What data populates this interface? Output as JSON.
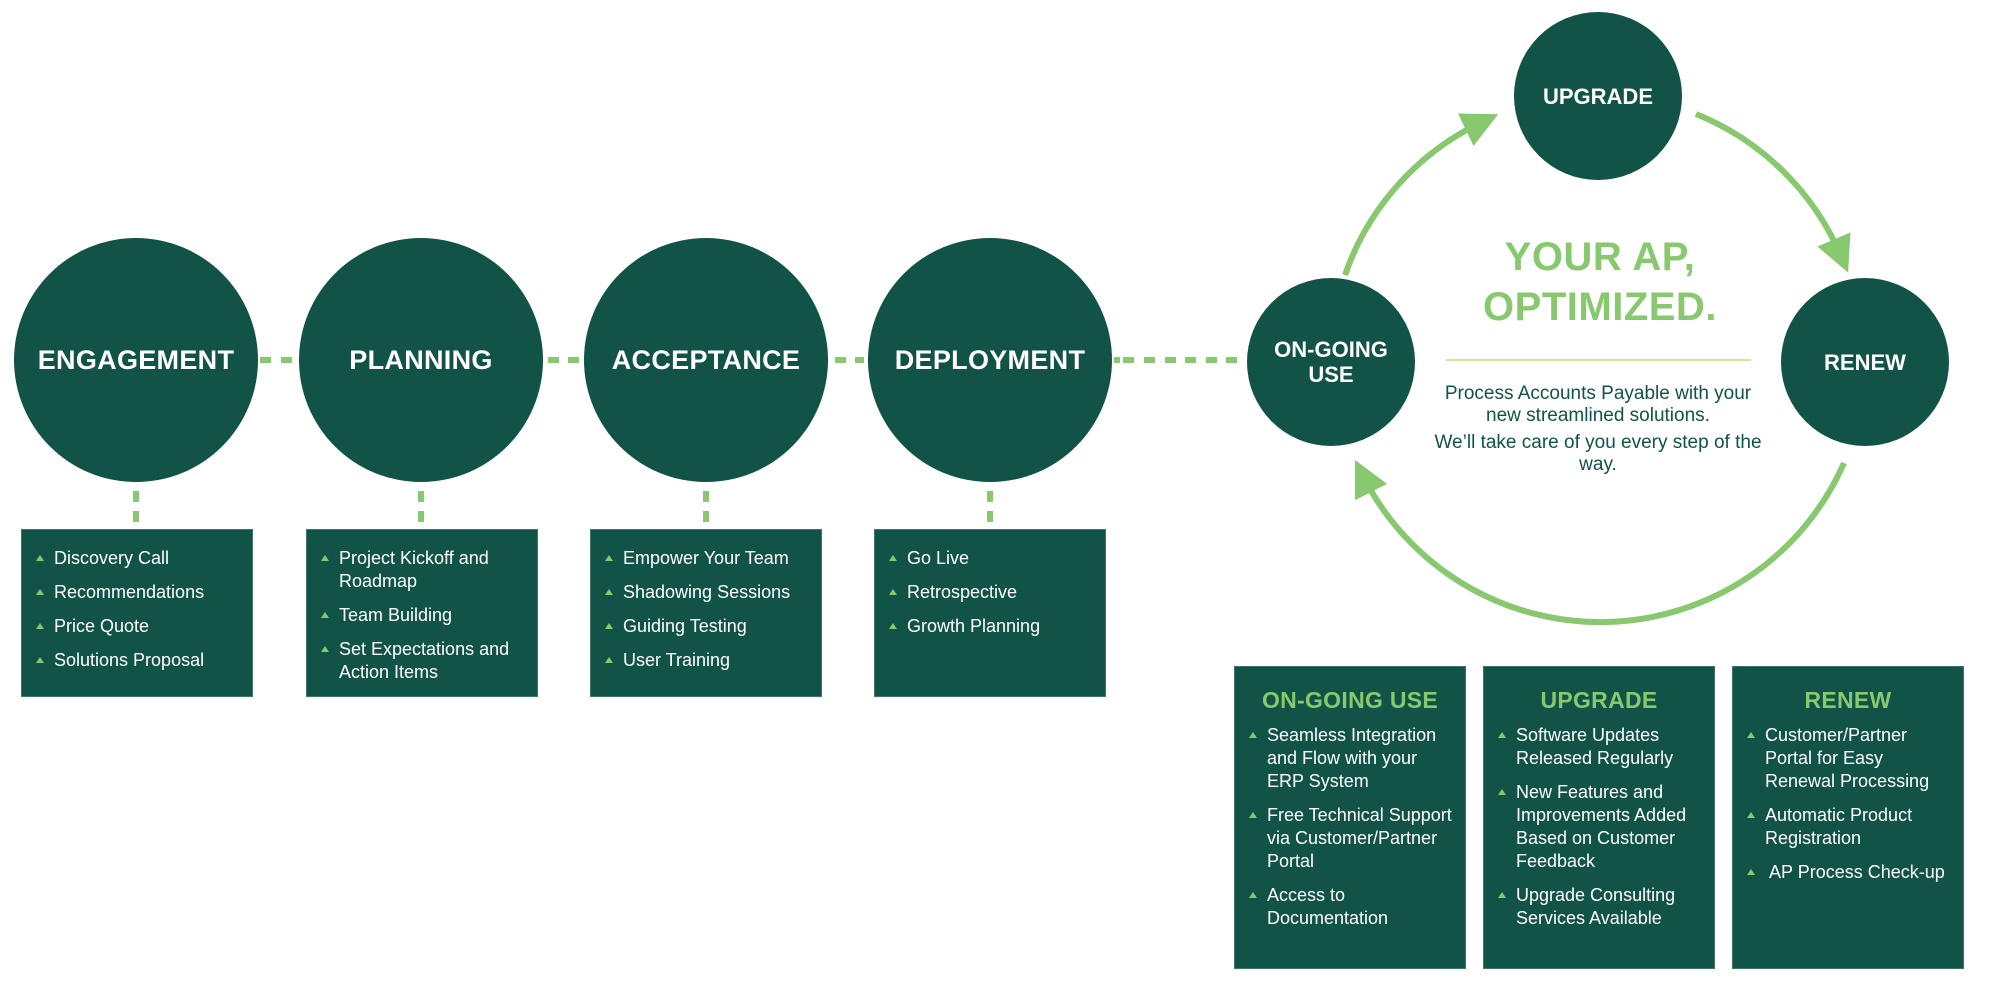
{
  "colors": {
    "dark_green": "#115346",
    "light_green": "#88C86E",
    "divider_gold": "#EBD99A",
    "text_white": "#ffffff"
  },
  "stages": [
    {
      "label": "ENGAGEMENT",
      "items": [
        "Discovery Call",
        "Recommendations",
        "Price Quote",
        "Solutions Proposal"
      ]
    },
    {
      "label": "PLANNING",
      "items": [
        "Project Kickoff and Roadmap",
        "Team Building",
        "Set Expectations and Action Items"
      ]
    },
    {
      "label": "ACCEPTANCE",
      "items": [
        "Empower Your Team",
        "Shadowing Sessions",
        "Guiding Testing",
        "User Training"
      ]
    },
    {
      "label": "DEPLOYMENT",
      "items": [
        "Go Live",
        "Retrospective",
        "Growth Planning"
      ]
    }
  ],
  "cycle": {
    "nodes": {
      "ongoing": "ON-GOING USE",
      "upgrade": "UPGRADE",
      "renew": "RENEW"
    },
    "title_line1": "YOUR AP,",
    "title_line2": "OPTIMIZED.",
    "description_1": "Process Accounts Payable with your new streamlined solutions.",
    "description_2": "We’ll take care of you every step of the way."
  },
  "detail_boxes": [
    {
      "heading": "ON-GOING USE",
      "items": [
        "Seamless Integration and Flow with your ERP System",
        "Free Technical Support via Customer/Partner Portal",
        "Access to Documentation"
      ]
    },
    {
      "heading": "UPGRADE",
      "items": [
        "Software Updates Released Regularly",
        "New Features and Improvements Added Based on Customer Feedback",
        "Upgrade Consulting Services Available"
      ]
    },
    {
      "heading": "RENEW",
      "items": [
        "Customer/Partner Portal for Easy Renewal Processing",
        "Automatic Product Registration",
        " AP Process Check-up"
      ]
    }
  ],
  "icons": {
    "bullet": "triangle-up-icon",
    "cycle_arrow": "curved-arrow-icon"
  }
}
